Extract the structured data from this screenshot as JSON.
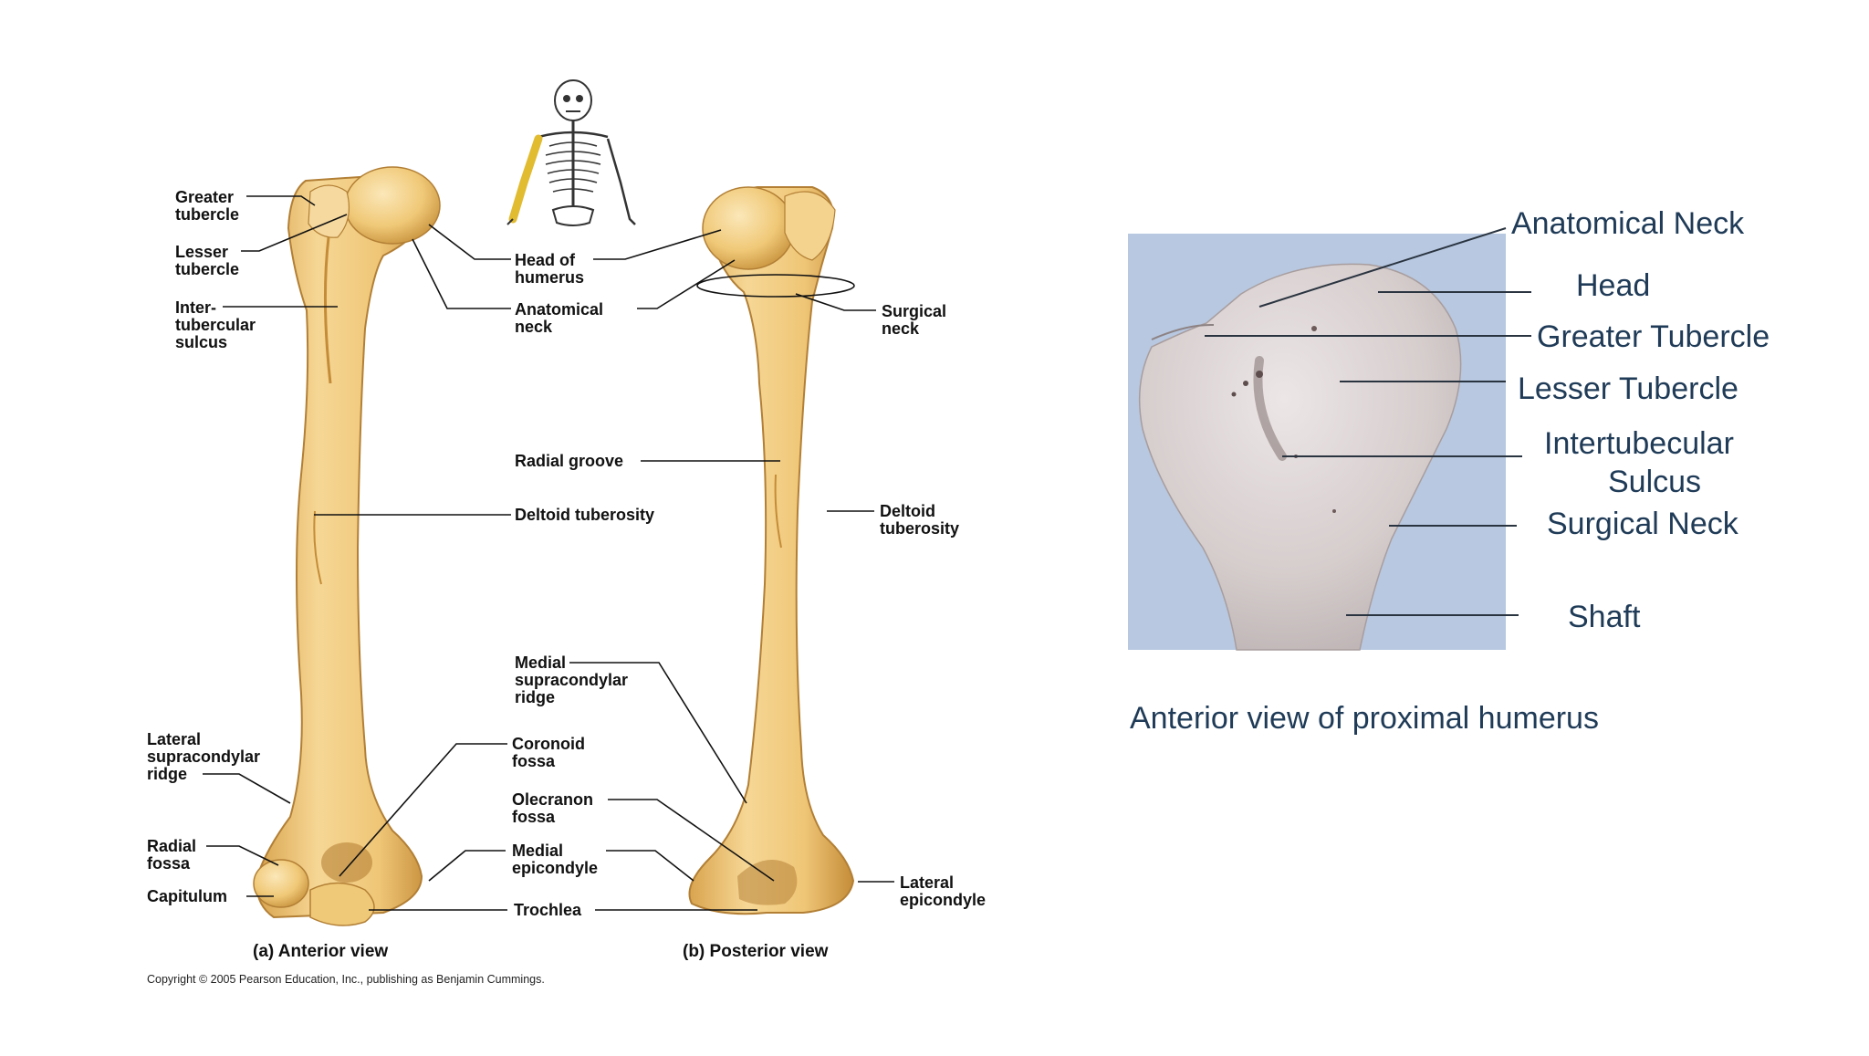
{
  "left_figure": {
    "anterior_labels": {
      "greater_tubercle": [
        "Greater",
        "tubercle"
      ],
      "lesser_tubercle": [
        "Lesser",
        "tubercle"
      ],
      "intertubercular_sulcus": [
        "Inter-",
        "tubercular",
        "sulcus"
      ],
      "lateral_supracondylar_ridge": [
        "Lateral",
        "supracondylar",
        "ridge"
      ],
      "radial_fossa": [
        "Radial",
        "fossa"
      ],
      "capitulum": "Capitulum"
    },
    "center_labels": {
      "head_of_humerus": [
        "Head of",
        "humerus"
      ],
      "anatomical_neck": [
        "Anatomical",
        "neck"
      ],
      "radial_groove": "Radial groove",
      "deltoid_tuberosity": "Deltoid tuberosity",
      "medial_supracondylar_ridge": [
        "Medial",
        "supracondylar",
        "ridge"
      ],
      "coronoid_fossa": [
        "Coronoid",
        "fossa"
      ],
      "olecranon_fossa": [
        "Olecranon",
        "fossa"
      ],
      "medial_epicondyle": [
        "Medial",
        "epicondyle"
      ],
      "trochlea": "Trochlea"
    },
    "posterior_labels": {
      "surgical_neck": [
        "Surgical",
        "neck"
      ],
      "deltoid_tuberosity": [
        "Deltoid",
        "tuberosity"
      ],
      "lateral_epicondyle": [
        "Lateral",
        "epicondyle"
      ]
    },
    "captions": {
      "anterior": "(a) Anterior view",
      "posterior": "(b) Posterior view"
    },
    "copyright": "Copyright © 2005 Pearson Education, Inc., publishing as Benjamin Cummings.",
    "colors": {
      "bone": "#f0c978",
      "bone_shadow": "#c9943f",
      "highlight": "#fbe6b4"
    }
  },
  "right_figure": {
    "labels": {
      "anatomical_neck": "Anatomical Neck",
      "head": "Head",
      "greater_tubercle": "Greater Tubercle",
      "lesser_tubercle": "Lesser Tubercle",
      "intertubecular_sulcus": [
        "Intertubecular",
        "Sulcus"
      ],
      "surgical_neck": "Surgical Neck",
      "shaft": "Shaft"
    },
    "caption": "Anterior view of proximal humerus",
    "colors": {
      "photo_background": "#b7c8e0",
      "bone": "#d8d0d0",
      "text": "#1f3b57"
    }
  }
}
